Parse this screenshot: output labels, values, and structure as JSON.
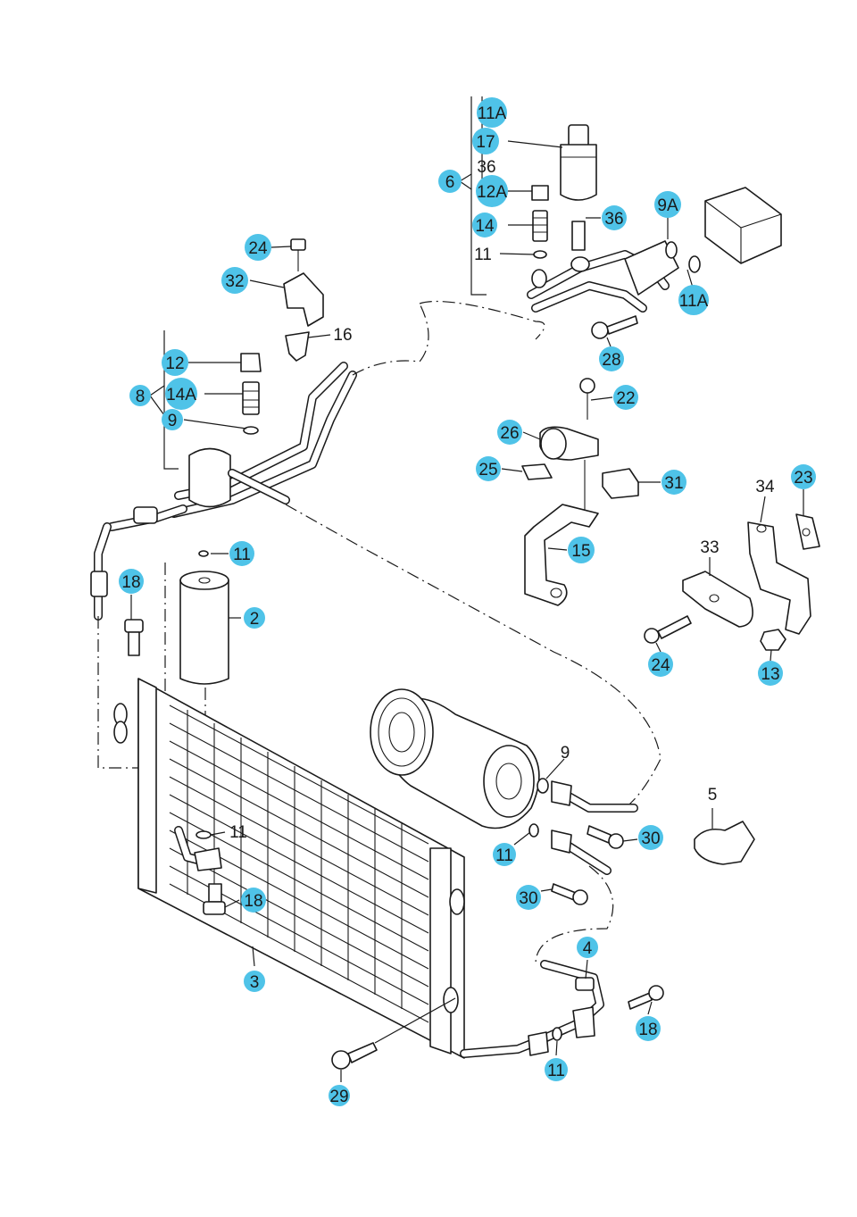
{
  "callouts": {
    "c11A_top": "11A",
    "c17": "17",
    "c36_top": "36",
    "c6": "6",
    "c12A": "12A",
    "c14": "14",
    "c11_top": "11",
    "c36_right": "36",
    "c9A": "9A",
    "c11A_right": "11A",
    "c28": "28",
    "c24_top": "24",
    "c32": "32",
    "c16": "16",
    "c12": "12",
    "c8": "8",
    "c14A": "14A",
    "c9_left": "9",
    "c22": "22",
    "c26": "26",
    "c25": "25",
    "c31": "31",
    "c15": "15",
    "c34": "34",
    "c23": "23",
    "c33": "33",
    "c24_right": "24",
    "c13": "13",
    "c11_mid": "11",
    "c2": "2",
    "c18_left": "18",
    "c9_comp": "9",
    "c5": "5",
    "c11_low": "11",
    "c30_a": "30",
    "c11_comp": "11",
    "c18_mid": "18",
    "c30_b": "30",
    "c3": "3",
    "c4": "4",
    "c18_right": "18",
    "c11_bottom": "11",
    "c29": "29"
  },
  "colors": {
    "callout_fill": "#4fc3e8",
    "line": "#1a1a1a",
    "background": "#ffffff"
  }
}
